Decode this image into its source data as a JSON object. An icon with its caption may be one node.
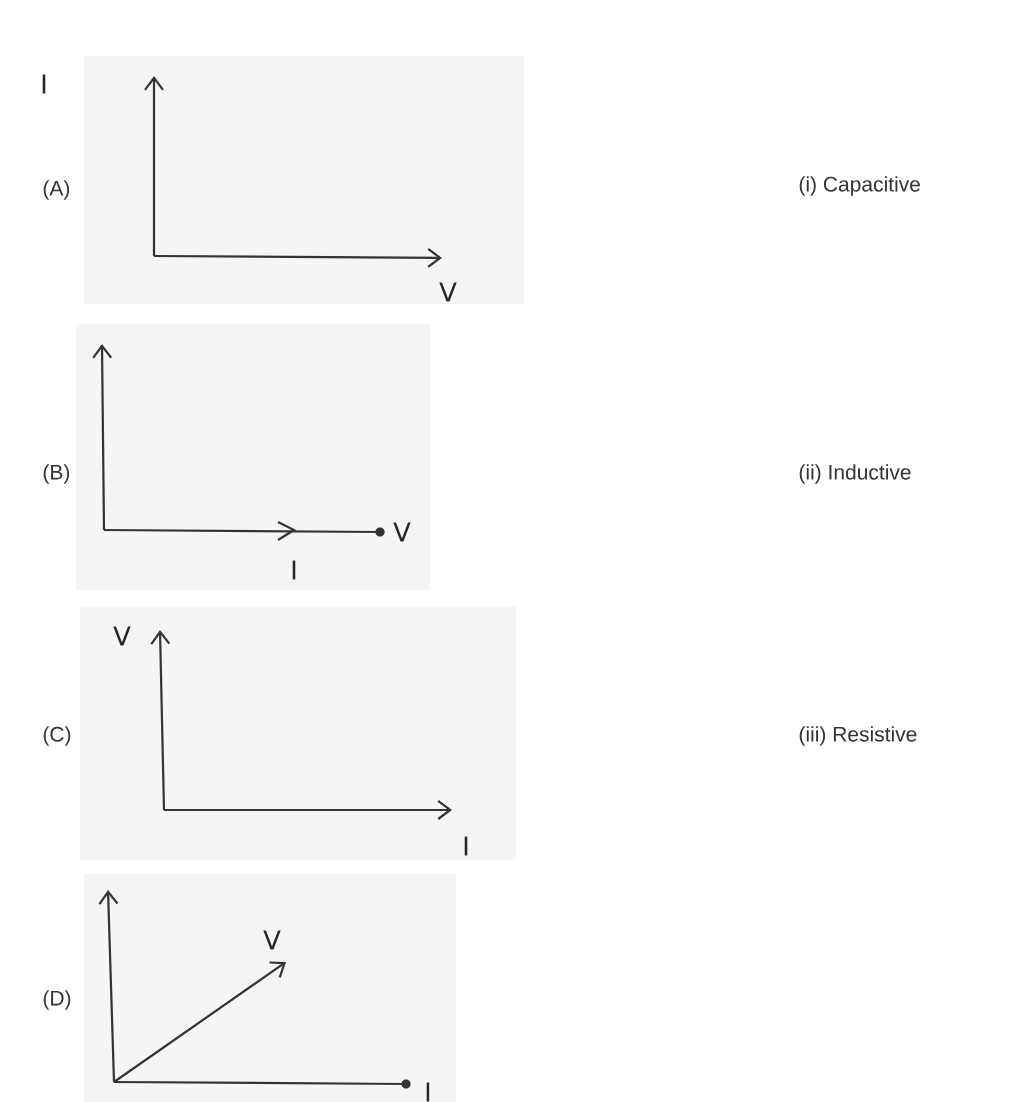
{
  "diagram": {
    "labels": [
      "(A)",
      "I",
      "V",
      "(i) Capacitive",
      "(B)",
      "V",
      "I",
      "(ii) Inductive",
      "(C)",
      "V",
      "I",
      "(iii) Resistive",
      "(D)",
      "V",
      "I"
    ]
  }
}
